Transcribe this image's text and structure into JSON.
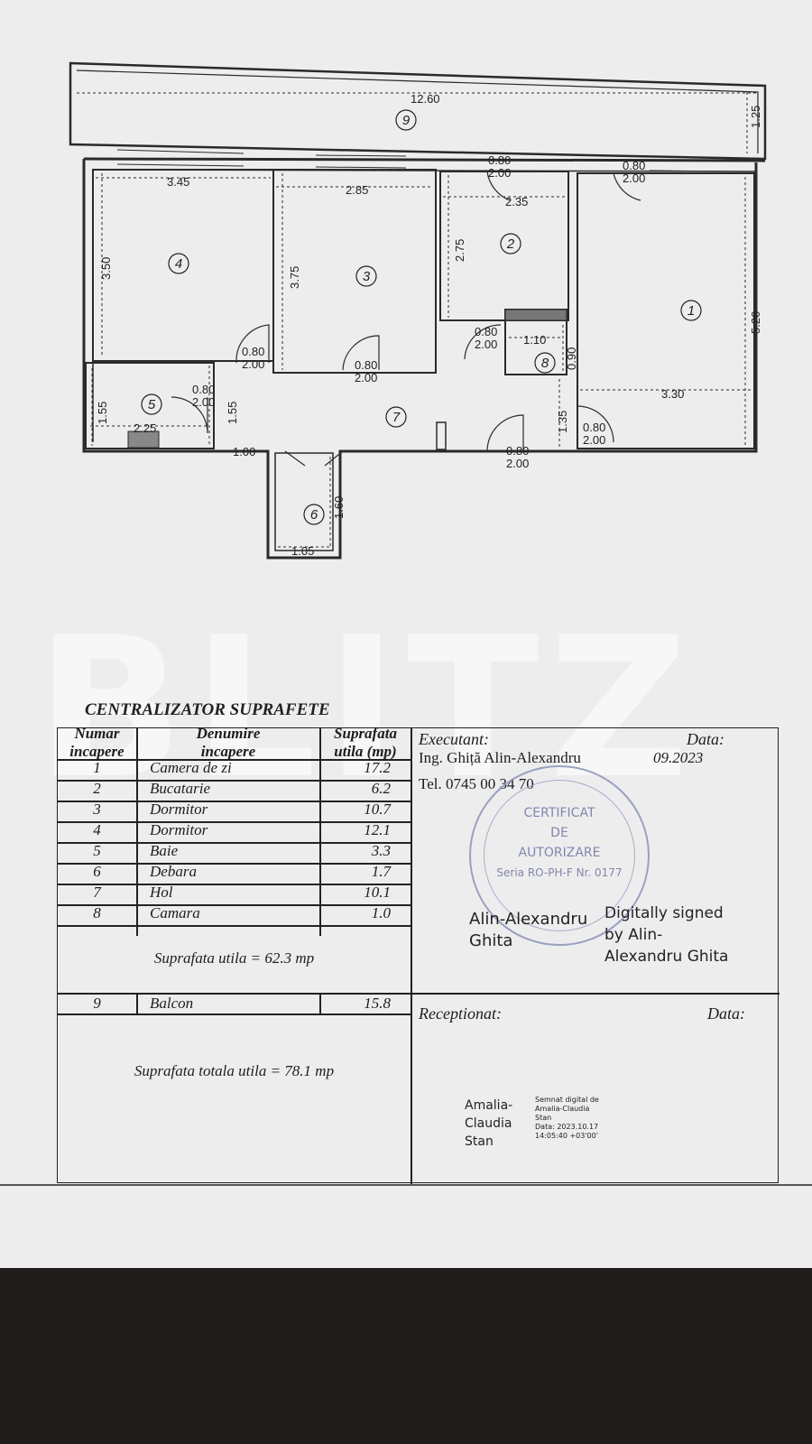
{
  "floorplan": {
    "dims": {
      "balcony_len": "12.60",
      "balcony_w": "1.25",
      "r4_w": "3.45",
      "r4_h": "3.50",
      "r3_w": "2.85",
      "r3_h": "3.75",
      "r2_w": "2.35",
      "r2_h": "2.75",
      "r1_w": "3.30",
      "r1_h": "5.20",
      "r5_w": "2.25",
      "r5_h": "1.55",
      "r5_h2": "1.55",
      "r6_w": "1.05",
      "r6_h": "1.60",
      "r8_w": "1.10",
      "r8_h": "0.90",
      "hall_w": "1.00",
      "hall_h": "1.35"
    },
    "door_w": "0.80",
    "door_h": "2.00",
    "room_numbers": [
      "1",
      "2",
      "3",
      "4",
      "5",
      "6",
      "7",
      "8",
      "9"
    ]
  },
  "table": {
    "title": "CENTRALIZATOR SUPRAFETE",
    "headers": {
      "col1_line1": "Numar",
      "col1_line2": "incapere",
      "col2_line1": "Denumire",
      "col2_line2": "incapere",
      "col3_line1": "Suprafata",
      "col3_line2": "utila (mp)"
    },
    "rows": [
      {
        "nr": "1",
        "name": "Camera de zi",
        "area": "17.2"
      },
      {
        "nr": "2",
        "name": "Bucatarie",
        "area": "6.2"
      },
      {
        "nr": "3",
        "name": "Dormitor",
        "area": "10.7"
      },
      {
        "nr": "4",
        "name": "Dormitor",
        "area": "12.1"
      },
      {
        "nr": "5",
        "name": "Baie",
        "area": "3.3"
      },
      {
        "nr": "6",
        "name": "Debara",
        "area": "1.7"
      },
      {
        "nr": "7",
        "name": "Hol",
        "area": "10.1"
      },
      {
        "nr": "8",
        "name": "Camara",
        "area": "1.0"
      }
    ],
    "subtotal": "Suprafata  utila = 62.3 mp",
    "balcony_row": {
      "nr": "9",
      "name": "Balcon",
      "area": "15.8"
    },
    "total": "Suprafata totala utila = 78.1 mp"
  },
  "executant": {
    "label": "Executant:",
    "name": "Ing. Ghiță Alin-Alexandru",
    "date_label": "Data:",
    "date": "09.2023",
    "phone": "Tel. 0745 00 34 70",
    "stamp_lines": [
      "CERTIFICAT",
      "DE",
      "AUTORIZARE",
      "Seria RO-PH-F Nr. 0177"
    ],
    "signer_left": [
      "Alin-Alexandru",
      "Ghita"
    ],
    "signer_right": [
      "Digitally signed",
      "by Alin-",
      "Alexandru Ghita"
    ]
  },
  "receptionat": {
    "label": "Receptionat:",
    "date_label": "Data:",
    "signer": [
      "Amalia-",
      "Claudia",
      "Stan"
    ],
    "sign_note": [
      "Semnat digital de",
      "Amalia-Claudia",
      "Stan",
      "Data: 2023.10.17",
      "14:05:40 +03'00'"
    ]
  },
  "watermark": "BLITZ"
}
